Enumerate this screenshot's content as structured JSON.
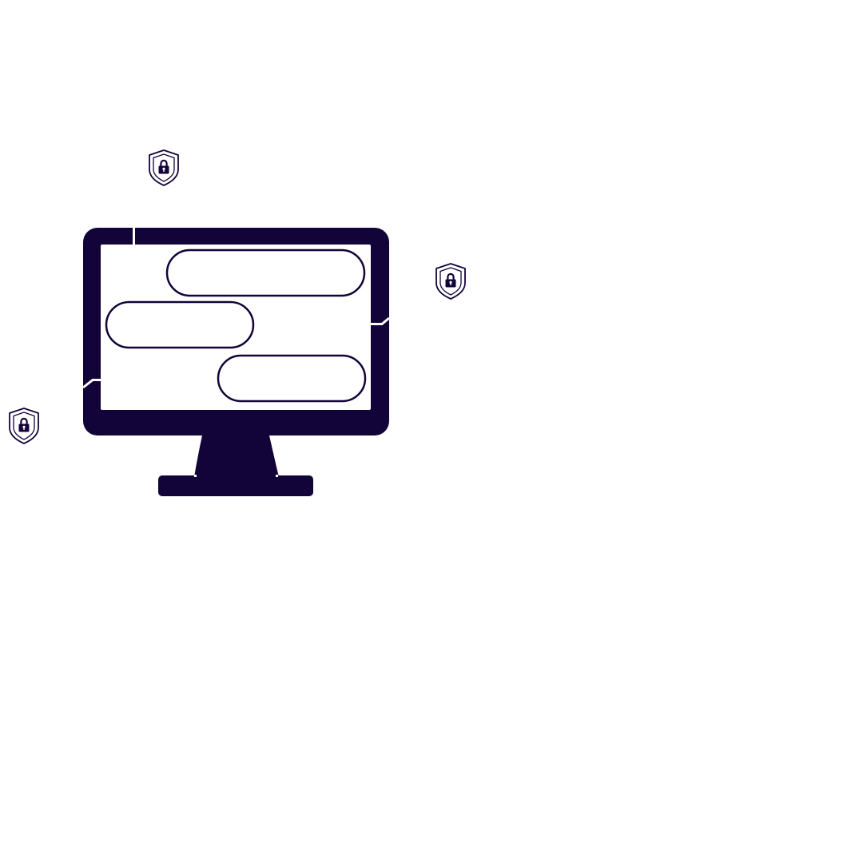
{
  "colors": {
    "ink": "#120339",
    "background": "#ffffff"
  },
  "icons": {
    "shields": [
      "shield-lock-icon",
      "shield-lock-icon",
      "shield-lock-icon"
    ],
    "device": "computer-monitor-icon"
  },
  "chat_bubbles": [
    {
      "side": "right",
      "text": ""
    },
    {
      "side": "left",
      "text": ""
    },
    {
      "side": "right",
      "text": ""
    }
  ]
}
